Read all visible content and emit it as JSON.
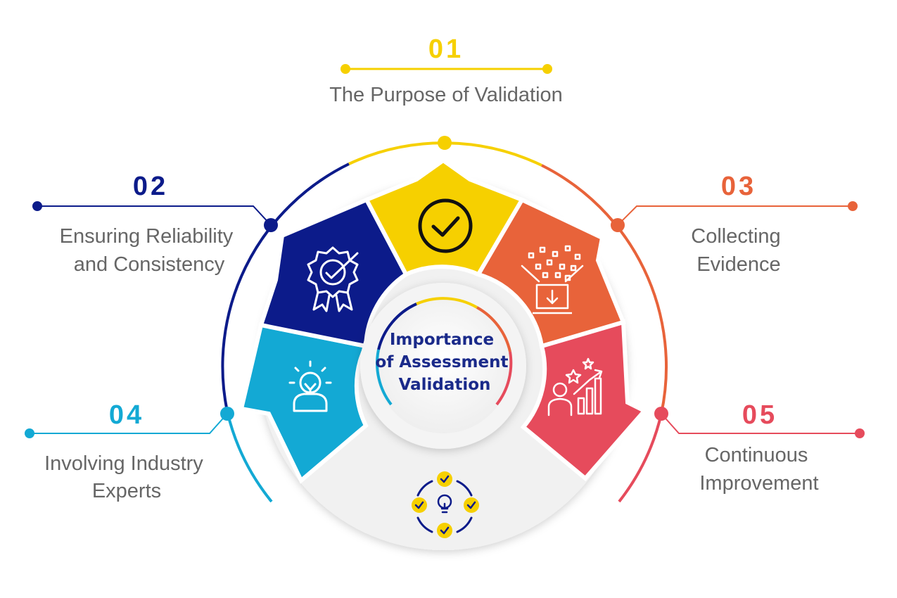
{
  "center_title": [
    "Importance",
    "of Assessment",
    "Validation"
  ],
  "colors": {
    "yellow": "#f6d000",
    "navy": "#0c1b8a",
    "orange": "#e8633a",
    "red": "#e64b5c",
    "blue": "#13a9d4",
    "grey": "#f1f1f1"
  },
  "items": [
    {
      "number": "01",
      "label": [
        "The Purpose of Validation"
      ],
      "icon": "check-circle-icon"
    },
    {
      "number": "02",
      "label": [
        "Ensuring Reliability",
        "and Consistency"
      ],
      "icon": "award-badge-icon"
    },
    {
      "number": "03",
      "label": [
        "Collecting",
        "Evidence"
      ],
      "icon": "laptop-data-icon"
    },
    {
      "number": "04",
      "label": [
        "Involving Industry",
        "Experts"
      ],
      "icon": "lightbulb-person-icon"
    },
    {
      "number": "05",
      "label": [
        "Continuous",
        "Improvement"
      ],
      "icon": "growth-chart-icon"
    }
  ],
  "bottom_icon": "idea-cycle-icon"
}
